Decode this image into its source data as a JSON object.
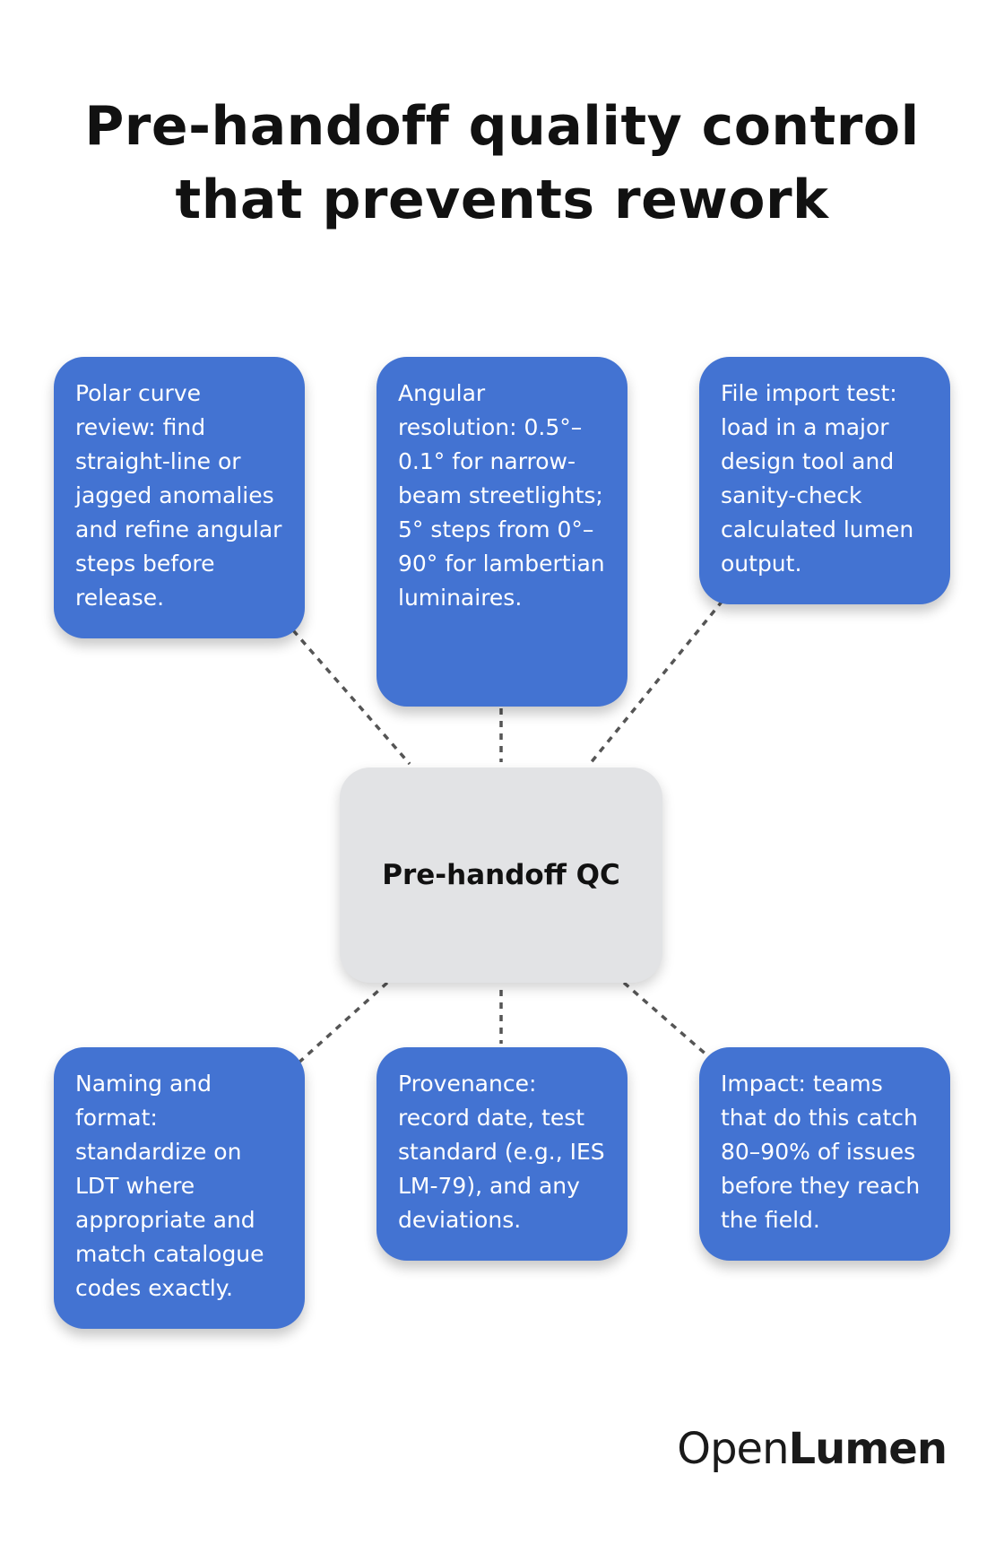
{
  "title": {
    "line1": "Pre-handoff quality control",
    "line2": "that prevents rework"
  },
  "center": {
    "label": "Pre-handoff QC"
  },
  "cards": [
    {
      "text": "Polar curve review: find straight-line or jagged anomalies and refine angular steps before release."
    },
    {
      "text": "Angular resolution: 0.5°–0.1° for narrow-beam streetlights; 5° steps from 0°–90° for lambertian luminaires."
    },
    {
      "text": "File import test: load in a major design tool and sanity-check calculated lumen output."
    },
    {
      "text": "Naming and format: standardize on LDT where appropriate and match catalogue codes exactly."
    },
    {
      "text": "Provenance: record date, test standard (e.g., IES LM-79), and any deviations."
    },
    {
      "text": "Impact: teams that do this catch 80–90% of issues before they reach the field."
    }
  ],
  "logo": {
    "part1": "Open",
    "part2": "Lumen"
  },
  "colors": {
    "card": "#4373d2",
    "center": "#e2e3e5",
    "connector": "#555555"
  }
}
